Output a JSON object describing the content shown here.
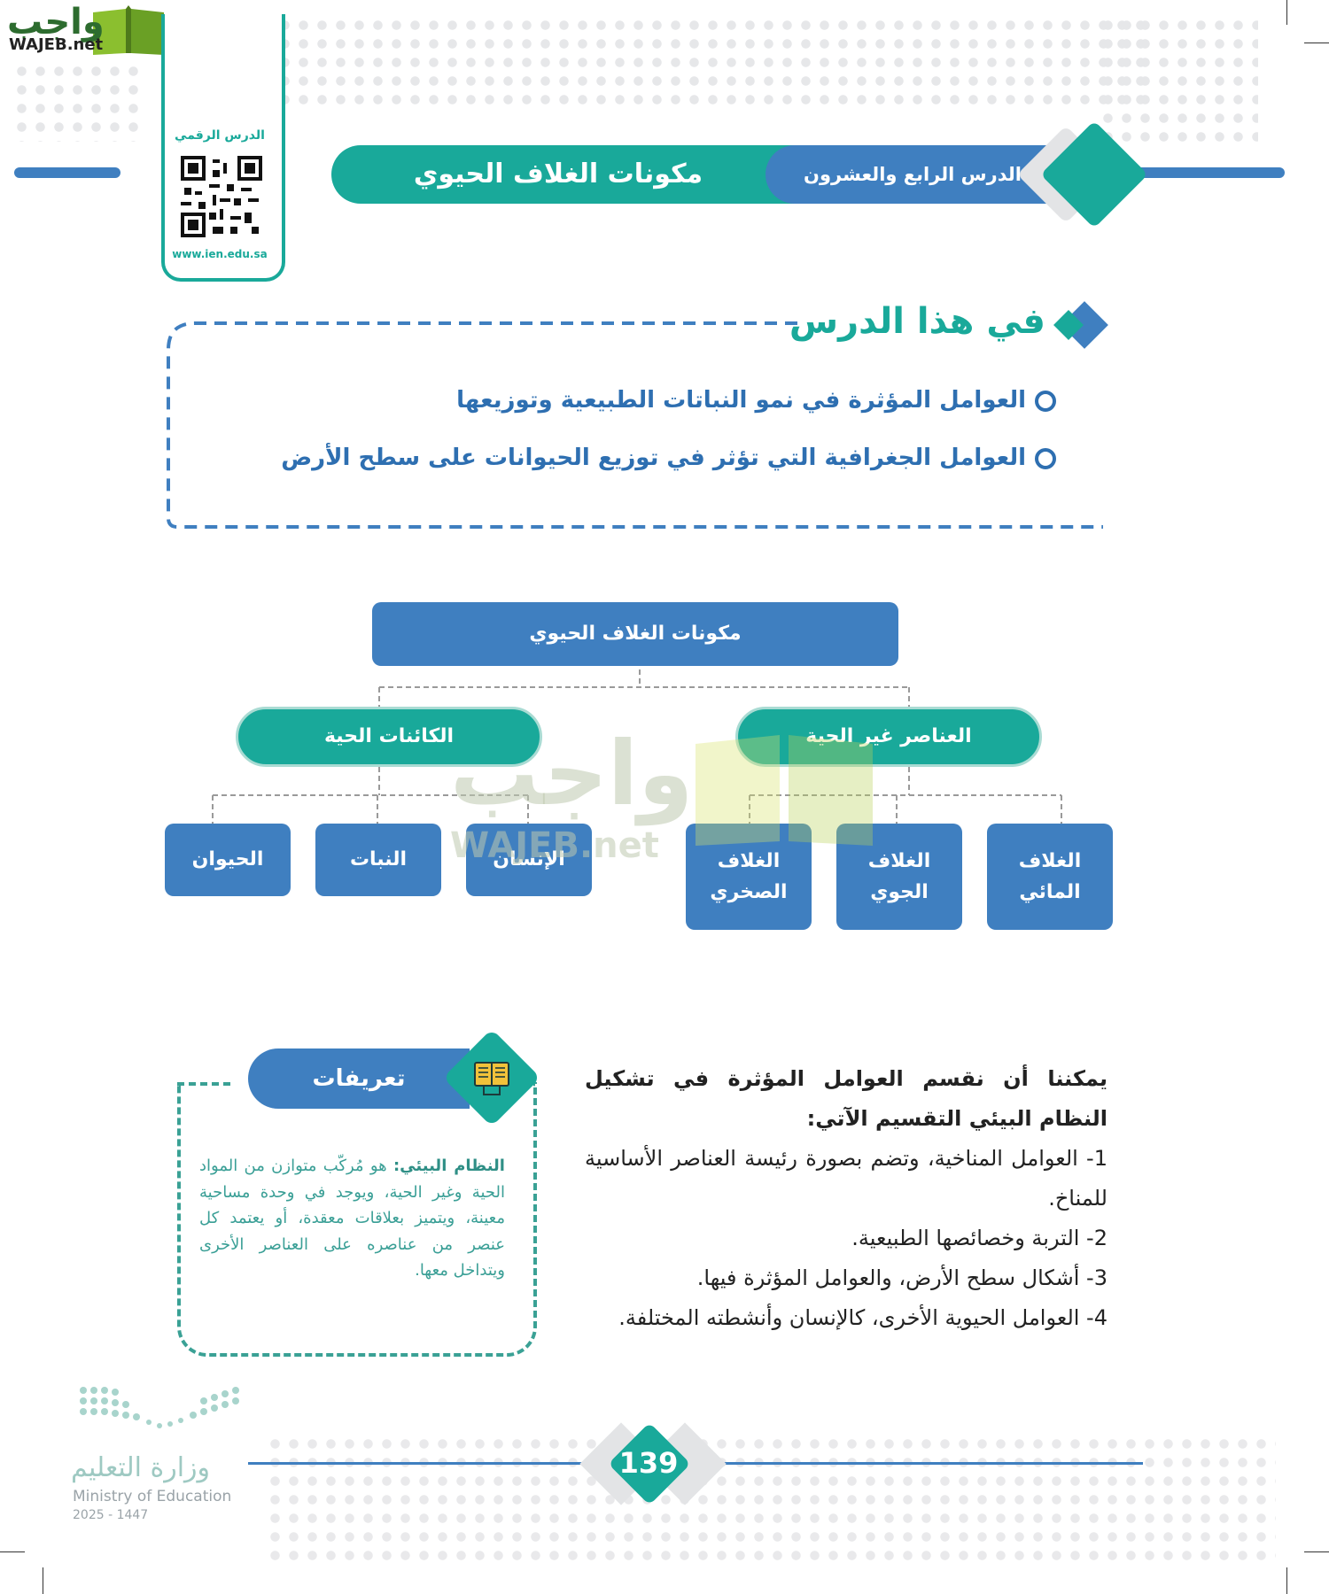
{
  "brand": {
    "name_ar": "واجب",
    "name_en": "WAJEB.net"
  },
  "qr": {
    "label": "الدرس الرقمي",
    "url": "www.ien.edu.sa"
  },
  "header": {
    "lesson_number": "الدرس الرابع والعشرون",
    "title": "مكونات الغلاف الحيوي"
  },
  "intro": {
    "heading": "في هذا الدرس",
    "bullets": [
      "العوامل المؤثرة في نمو النباتات الطبيعية وتوزيعها",
      "العوامل الجغرافية التي تؤثر في توزيع الحيوانات على سطح الأرض"
    ]
  },
  "diagram": {
    "root": "مكونات الغلاف الحيوي",
    "branches": [
      {
        "label": "العناصر غير الحية",
        "children": [
          "الغلاف المائي",
          "الغلاف الجوي",
          "الغلاف الصخري"
        ]
      },
      {
        "label": "الكائنات الحية",
        "children": [
          "الإنسان",
          "النبات",
          "الحيوان"
        ]
      }
    ],
    "colors": {
      "node_blue": "#3f7fc0",
      "node_teal": "#19a99a"
    }
  },
  "body": {
    "lead": "يمكننا أن نقسم العوامل المؤثرة في تشكيل النظام البيئي التقسيم الآتي:",
    "items": [
      "1- العوامل المناخية، وتضم بصورة رئيسة العناصر الأساسية للمناخ.",
      "2- التربة وخصائصها الطبيعية.",
      "3- أشكال سطح الأرض، والعوامل المؤثرة فيها.",
      "4- العوامل الحيوية الأخرى، كالإنسان وأنشطته المختلفة."
    ]
  },
  "definitions": {
    "title": "تعريفات",
    "icon": "book-icon",
    "term": "النظام البيئي:",
    "text": " هو مُركّب متوازن من المواد الحية وغير الحية، ويوجد في وحدة مساحية معينة، ويتميز بعلاقات معقدة، أو يعتمد كل عنصر من عناصره على العناصر الأخرى ويتداخل معها."
  },
  "footer": {
    "page_number": "139",
    "ministry_ar": "وزارة التعليم",
    "ministry_en": "Ministry of Education",
    "year": "2025 - 1447"
  }
}
